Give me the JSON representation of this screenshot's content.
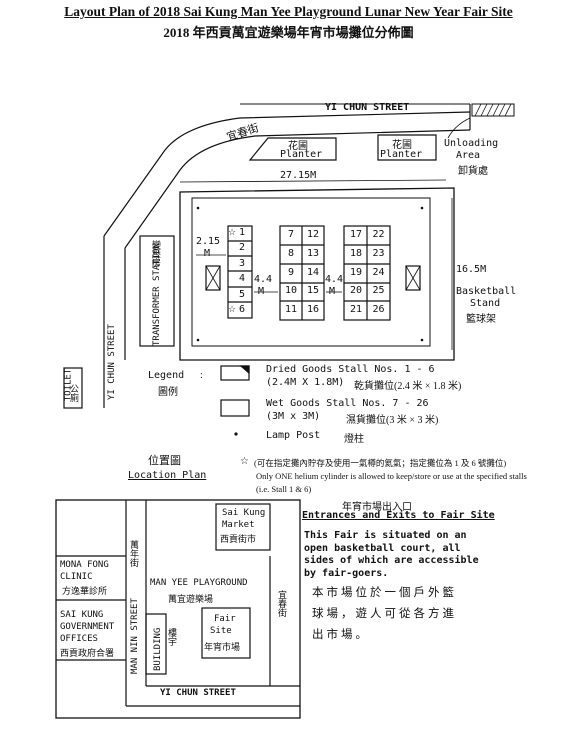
{
  "title_en": "Layout Plan of 2018 Sai Kung Man Yee Playground Lunar New Year Fair Site",
  "title_zh": "2018 年西貢萬宜遊樂場年宵市場攤位分佈圖",
  "streets": {
    "yi_chun_top": "YI CHUN STREET",
    "yi_chun_zh": "宜春街",
    "yi_chun_left": "YI CHUN STREET",
    "yi_chun_bottom": "YI CHUN STREET"
  },
  "planters": [
    {
      "zh": "花圃",
      "en": "Planter"
    },
    {
      "zh": "花圃",
      "en": "Planter"
    }
  ],
  "unloading": {
    "en1": "Unloading",
    "en2": "Area",
    "zh": "卸貨處"
  },
  "dimensions": {
    "width": "27.15M",
    "depth": "16.5M",
    "gap_left": "2.15",
    "gap_left_m": "M",
    "gap_mid": "4.4",
    "gap_mid_m": "M"
  },
  "basketball": {
    "en1": "Basketball",
    "en2": "Stand",
    "zh": "籃球架"
  },
  "transformer": {
    "en": "TRANSFORMER STATION",
    "zh": "變壓房"
  },
  "toilet": {
    "en": "TOILET",
    "zh": "公廁"
  },
  "stalls": {
    "col_a": [
      "1",
      "2",
      "3",
      "4",
      "5",
      "6"
    ],
    "col_b_left": [
      "7",
      "8",
      "9",
      "10",
      "11"
    ],
    "col_b_right": [
      "12",
      "13",
      "14",
      "15",
      "16"
    ],
    "col_c_left": [
      "17",
      "18",
      "19",
      "20",
      "21"
    ],
    "col_c_right": [
      "22",
      "23",
      "24",
      "25",
      "26"
    ]
  },
  "legend": {
    "heading_en": "Legend",
    "heading_zh": "圖例",
    "dried_en": "Dried Goods Stall Nos. 1 - 6",
    "dried_size": "(2.4M X 1.8M)",
    "dried_zh": "乾貨攤位(2.4 米 × 1.8 米)",
    "wet_en": "Wet Goods Stall Nos. 7 - 26",
    "wet_size": "(3M x 3M)",
    "wet_zh": "濕貨攤位(3 米 × 3 米)",
    "lamp_en": "Lamp Post",
    "lamp_zh": "燈柱"
  },
  "helium_note": {
    "star": "☆",
    "zh": "(可在指定攤內貯存及使用一氣樽的氦氣；指定攤位為 1 及 6 號攤位)",
    "en1": "Only ONE helium cylinder is allowed to keep/store or use at the specified stalls",
    "en2": "(i.e. Stall 1 & 6)"
  },
  "location_plan": {
    "zh": "位置圖",
    "en": "Location Plan"
  },
  "entrances": {
    "zh_heading": "年宵市場出入口",
    "en_heading": "Entrances and Exits to Fair Site",
    "en_body": [
      "This Fair is situated on an",
      "open basketball court, all",
      "sides of which are accessible",
      "by fair-goers."
    ],
    "zh_body": [
      "本市場位於一個戶外籃",
      "球場，遊人可從各方進",
      "出市場。"
    ]
  },
  "location_map": {
    "market_en1": "Sai Kung",
    "market_en2": "Market",
    "market_zh": "西貢街市",
    "clinic_en1": "MONA FONG",
    "clinic_en2": "CLINIC",
    "clinic_zh": "方逸華診所",
    "gov_en1": "SAI KUNG",
    "gov_en2": "GOVERNMENT",
    "gov_en3": "OFFICES",
    "gov_zh": "西貢政府合署",
    "man_nin_en": "MAN NIN STREET",
    "man_nin_zh": "萬年街",
    "building_en": "BUILDING",
    "building_zh": "樓宇",
    "playground_en": "MAN YEE PLAYGROUND",
    "playground_zh": "萬宜遊樂場",
    "fair_en1": "Fair",
    "fair_en2": "Site",
    "fair_zh": "年宵市場",
    "yi_chun_zh": "宜春街",
    "yi_chun_en": "YI CHUN STREET"
  }
}
